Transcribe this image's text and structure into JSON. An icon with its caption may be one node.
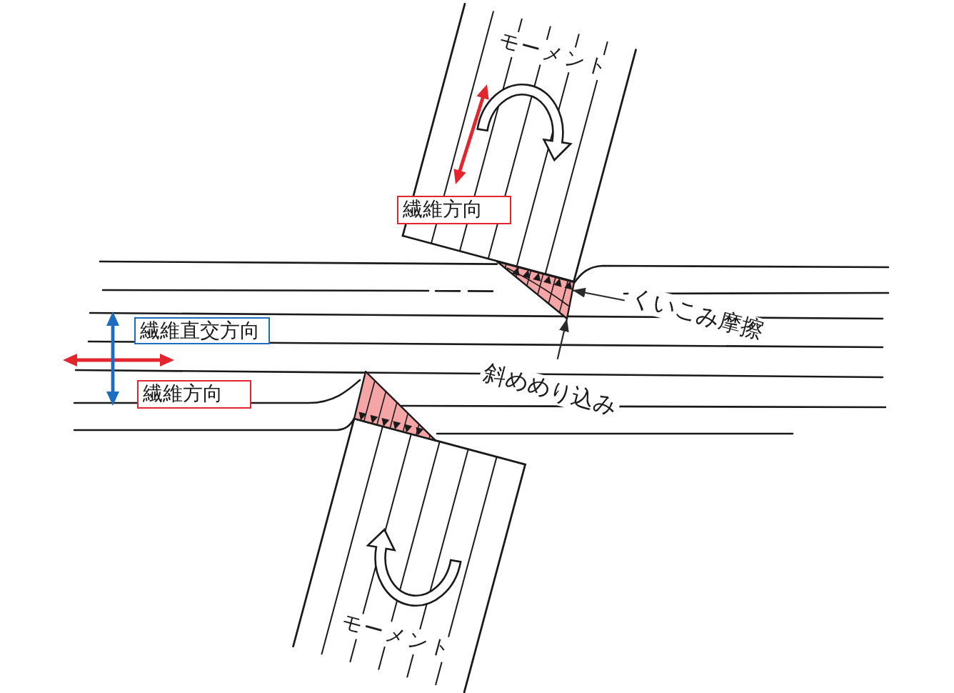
{
  "diagram": {
    "nodes": [
      {
        "text": [
          "繊維方向"
        ]
      },
      {
        "text": [],
        "shape": "triangle"
      },
      {
        "text": [
          "くいこみ摩擦"
        ]
      },
      {
        "text": [
          "繊維直交方向"
        ]
      },
      {
        "text": [
          "繊維方向"
        ]
      },
      {
        "text": [
          "斜めめり込み"
        ]
      }
    ],
    "edges": [
      {
        "from": 2,
        "to": 1,
        "arrow": "to"
      },
      {
        "from": 5,
        "to": 1,
        "arrow": "to"
      }
    ],
    "labels": [
      "モーメント",
      "モーメント"
    ]
  }
}
